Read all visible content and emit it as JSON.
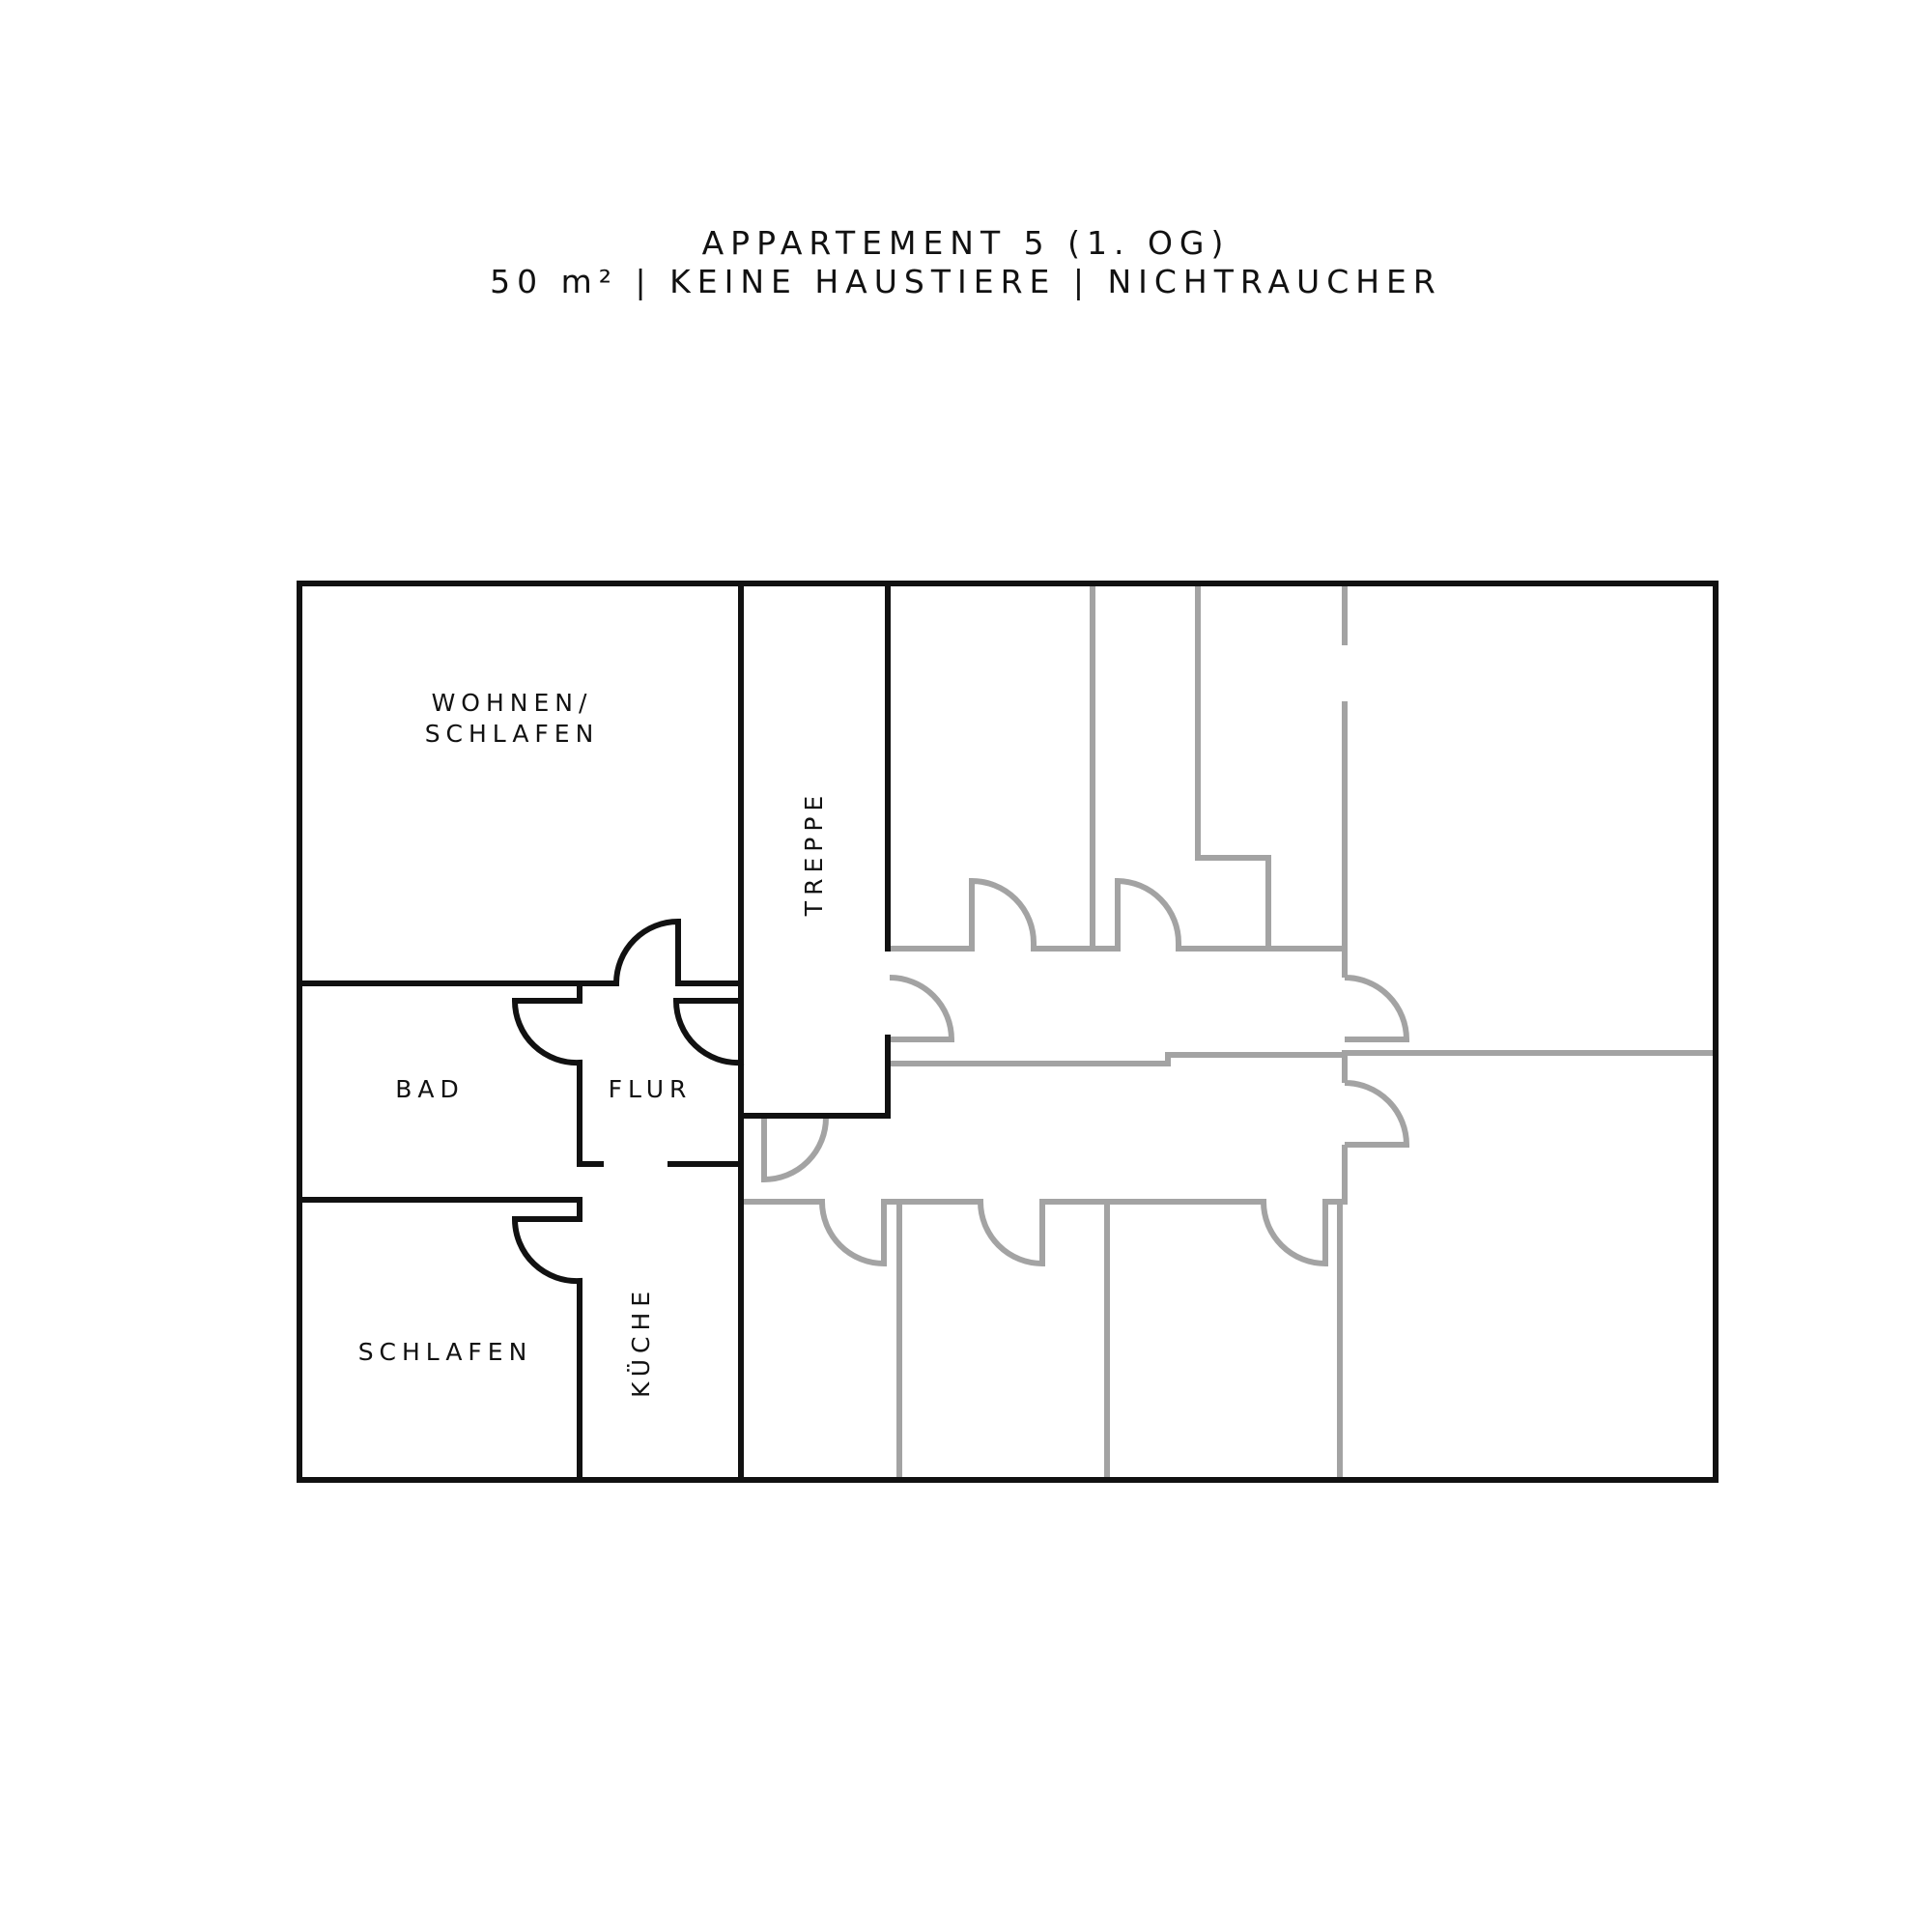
{
  "header": {
    "title": "APPARTEMENT 5 (1. OG)",
    "subtitle": "50 m² | KEINE HAUSTIERE | NICHTRAUCHER"
  },
  "rooms": {
    "wohnen_line1": "WOHNEN/",
    "wohnen_line2": "SCHLAFEN",
    "treppe": "TREPPE",
    "bad": "BAD",
    "flur": "FLUR",
    "kueche": "KÜCHE",
    "schlafen": "SCHLAFEN"
  },
  "colors": {
    "apartment_walls": "#111111",
    "other_units_walls": "#a3a3a3",
    "background": "#ffffff"
  }
}
